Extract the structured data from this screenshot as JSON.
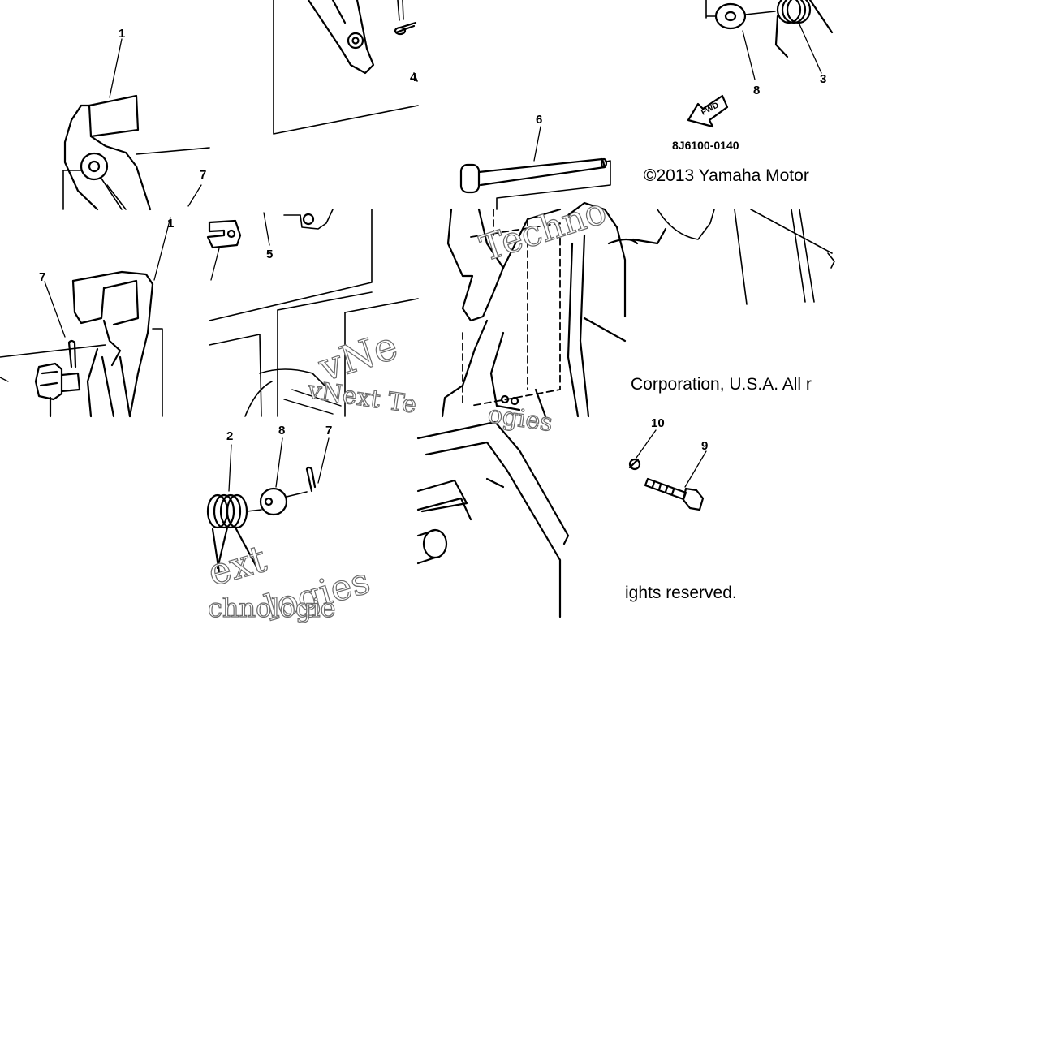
{
  "diagram": {
    "part_code": "8J6100-0140",
    "fwd_label": "FWD",
    "copyright": {
      "line1": "©2013 Yamaha Motor",
      "line2": "Corporation, U.S.A. All r",
      "line3": "ights reserved."
    },
    "watermark": {
      "a": "Techno",
      "b": "vNext Te",
      "c": "ogies",
      "d": "ext",
      "e": "logies",
      "f": "chnologie",
      "g": "vNe"
    },
    "callouts": {
      "c1a": "1",
      "c1b": "1",
      "c2": "2",
      "c3": "3",
      "c4": "4",
      "c5": "5",
      "c6": "6",
      "c7a": "7",
      "c7b": "7",
      "c7c": "7",
      "c8a": "8",
      "c8b": "8",
      "c9": "9",
      "c10": "10"
    }
  }
}
